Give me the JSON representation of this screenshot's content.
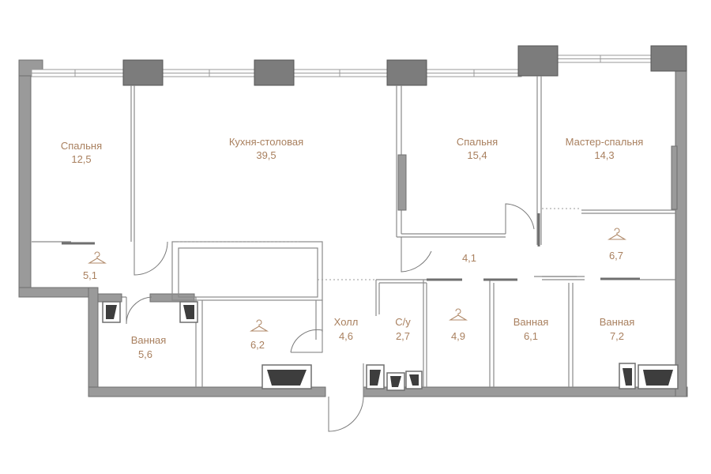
{
  "rooms": [
    {
      "id": "bedroom-left",
      "name": "Спальня",
      "area": "12,5"
    },
    {
      "id": "kitchen-dining",
      "name": "Кухня-столовая",
      "area": "39,5"
    },
    {
      "id": "bedroom-center",
      "name": "Спальня",
      "area": "15,4"
    },
    {
      "id": "master-bedroom",
      "name": "Мастер-спальня",
      "area": "14,3"
    },
    {
      "id": "wardrobe-left",
      "name": "",
      "area": "5,1",
      "hanger": true
    },
    {
      "id": "corridor",
      "name": "",
      "area": "4,1"
    },
    {
      "id": "wardrobe-right",
      "name": "",
      "area": "6,7",
      "hanger": true
    },
    {
      "id": "bathroom-left",
      "name": "Ванная",
      "area": "5,6"
    },
    {
      "id": "wardrobe-center",
      "name": "",
      "area": "6,2",
      "hanger": true
    },
    {
      "id": "hall",
      "name": "Холл",
      "area": "4,6"
    },
    {
      "id": "wc",
      "name": "С/у",
      "area": "2,7"
    },
    {
      "id": "wardrobe-small",
      "name": "",
      "area": "4,9",
      "hanger": true
    },
    {
      "id": "bathroom-center",
      "name": "Ванная",
      "area": "6,1"
    },
    {
      "id": "bathroom-right",
      "name": "Ванная",
      "area": "7,2"
    }
  ],
  "colors": {
    "label": "#a9805f",
    "wall": "#9a9a9a",
    "pillar": "#7c7c7c"
  }
}
